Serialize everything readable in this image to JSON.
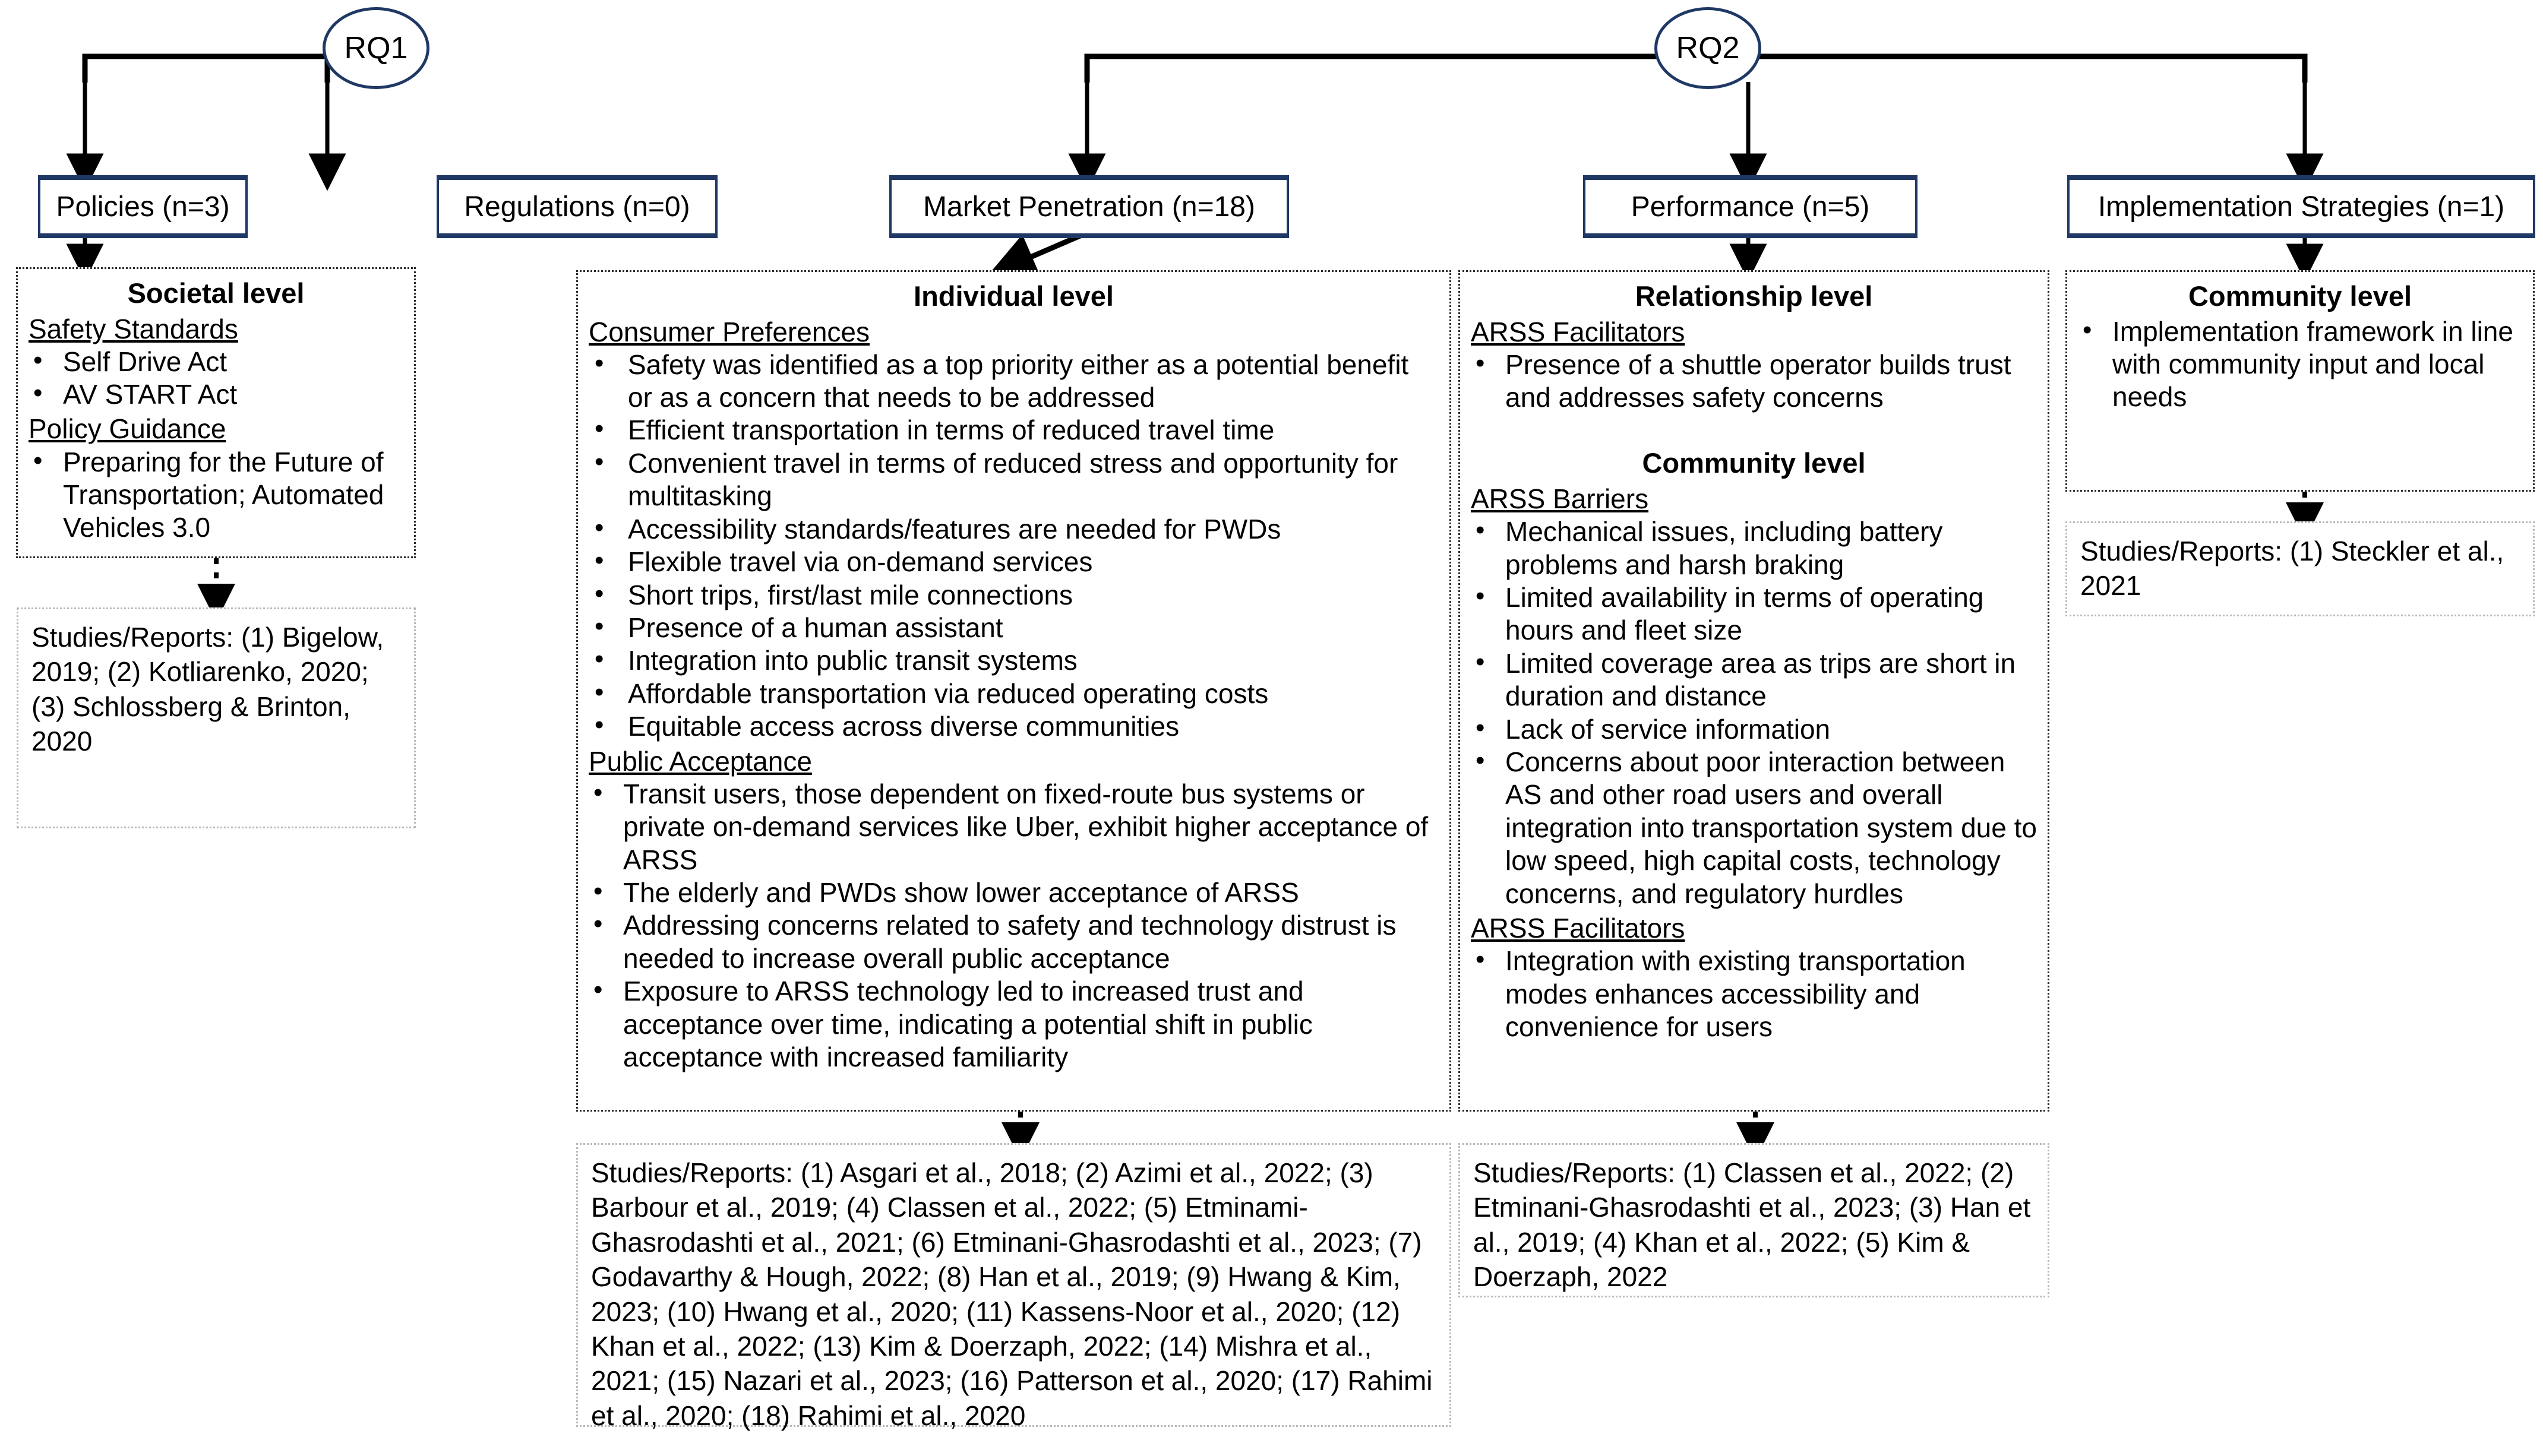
{
  "nodes": {
    "rq1": "RQ1",
    "rq2": "RQ2"
  },
  "categories": {
    "policies": "Policies (n=3)",
    "regulations": "Regulations (n=0)",
    "market_penetration": "Market Penetration (n=18)",
    "performance": "Performance (n=5)",
    "implementation_strategies": "Implementation Strategies (n=1)"
  },
  "societal": {
    "title": "Societal level",
    "sections": [
      {
        "heading": "Safety Standards",
        "items": [
          "Self Drive Act",
          "AV START Act"
        ]
      },
      {
        "heading": "Policy Guidance",
        "items": [
          "Preparing for the Future of Transportation; Automated Vehicles 3.0"
        ]
      }
    ],
    "studies": "Studies/Reports: (1) Bigelow, 2019; (2) Kotliarenko, 2020; (3) Schlossberg & Brinton, 2020"
  },
  "individual": {
    "title": "Individual level",
    "sections": [
      {
        "heading": "Consumer Preferences",
        "items": [
          "Safety was identified as a top priority either as a potential benefit or as a concern that needs to be addressed",
          "Efficient transportation in terms of reduced travel time",
          "Convenient travel in terms of reduced stress and opportunity for multitasking",
          "Accessibility standards/features are needed for PWDs",
          "Flexible travel via on-demand services",
          "Short trips, first/last mile connections",
          "Presence of a human assistant",
          "Integration into public transit systems",
          "Affordable transportation via reduced operating costs",
          "Equitable access across diverse communities"
        ]
      },
      {
        "heading": "Public Acceptance",
        "items": [
          "Transit users, those dependent on fixed-route bus systems or private on-demand services like Uber, exhibit higher acceptance of ARSS",
          "The elderly and PWDs show lower acceptance of ARSS",
          "Addressing concerns related to safety and technology distrust is needed to increase overall public acceptance",
          "Exposure to ARSS technology led to increased trust and acceptance over time, indicating a potential shift in public acceptance with increased familiarity"
        ]
      }
    ],
    "studies": "Studies/Reports: (1) Asgari et al., 2018; (2) Azimi et al., 2022; (3) Barbour et al., 2019; (4) Classen et al., 2022; (5) Etminami-Ghasrodashti et al., 2021; (6) Etminani-Ghasrodashti et al., 2023; (7) Godavarthy & Hough, 2022; (8) Han et al., 2019; (9) Hwang & Kim, 2023; (10) Hwang et al., 2020; (11) Kassens-Noor et al., 2020; (12) Khan et al., 2022; (13) Kim & Doerzaph, 2022; (14) Mishra et al., 2021; (15) Nazari et al., 2023; (16) Patterson et al., 2020; (17) Rahimi et al., 2020; (18) Rahimi et al., 2020"
  },
  "relationship": {
    "title": "Relationship level",
    "sections": [
      {
        "heading": "ARSS Facilitators",
        "items": [
          "Presence of a shuttle operator builds trust and addresses safety concerns"
        ]
      }
    ],
    "community_title": "Community level",
    "community_sections": [
      {
        "heading": "ARSS Barriers",
        "items": [
          "Mechanical issues, including battery problems and harsh braking",
          "Limited availability in terms of operating hours and fleet size",
          "Limited coverage area as trips are short in duration and distance",
          "Lack of service information",
          "Concerns about poor interaction between AS and other road users and overall integration into transportation system due to low speed, high capital costs, technology concerns, and regulatory hurdles"
        ]
      },
      {
        "heading": "ARSS Facilitators",
        "items": [
          "Integration with existing transportation modes enhances accessibility and convenience for users"
        ]
      }
    ],
    "studies": "Studies/Reports: (1) Classen et al., 2022; (2) Etminani-Ghasrodashti et al., 2023; (3) Han et al., 2019; (4) Khan et al., 2022; (5) Kim & Doerzaph, 2022"
  },
  "community": {
    "title": "Community level",
    "items": [
      "Implementation framework in line with community input and local needs"
    ],
    "studies": "Studies/Reports: (1) Steckler et al., 2021"
  },
  "colors": {
    "node_border": "#1F3864",
    "content_border": "#2a2a2a",
    "studies_border": "#b9b9b9",
    "line": "#000000"
  }
}
